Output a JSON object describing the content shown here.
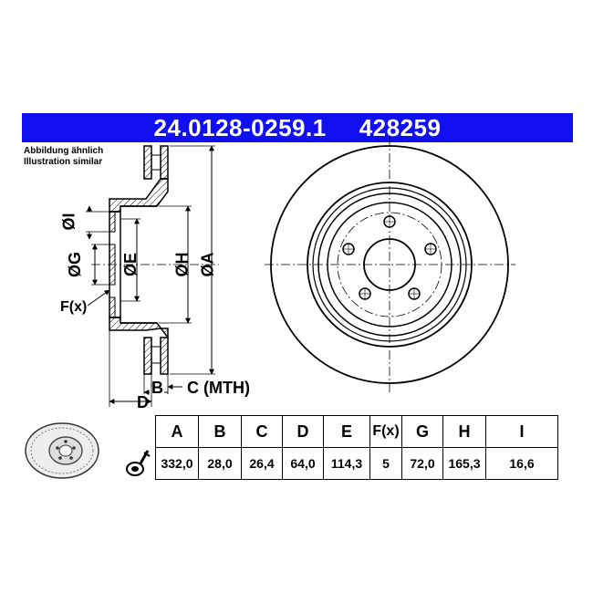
{
  "header": {
    "part_number": "24.0128-0259.1",
    "ref_number": "428259",
    "bg_color": "#1010f0"
  },
  "note": {
    "line1": "Abbildung ähnlich",
    "line2": "Illustration similar"
  },
  "dimension_labels": {
    "I": "ØI",
    "G": "ØG",
    "E": "ØE",
    "H": "ØH",
    "A": "ØA",
    "F": "F(x)",
    "B": "B",
    "C": "C (MTH)",
    "D": "D"
  },
  "table": {
    "headers": [
      "A",
      "B",
      "C",
      "D",
      "E",
      "F(x)",
      "G",
      "H",
      "I"
    ],
    "values": [
      "332,0",
      "28,0",
      "26,4",
      "64,0",
      "114,3",
      "5",
      "72,0",
      "165,3",
      "16,6"
    ]
  },
  "icons": {
    "thumbnail": "brake-disc-thumbnail-icon",
    "bolt": "wheel-bolt-icon"
  }
}
